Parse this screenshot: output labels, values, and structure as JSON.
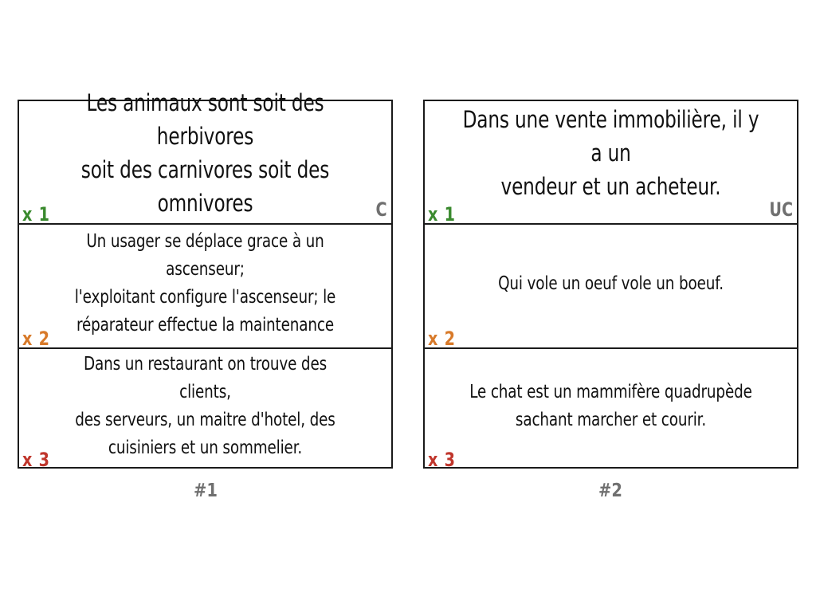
{
  "colors": {
    "x1": "#3a8a2e",
    "x2": "#d87a2a",
    "x3": "#c0362c",
    "tag": "#707070",
    "border": "#1a1a1a"
  },
  "cards": [
    {
      "number": "#1",
      "tag": "C",
      "statements": [
        {
          "text": "Les animaux sont soit des herbivores\nsoit des carnivores soit des omnivores",
          "multiplier": "x 1"
        },
        {
          "text": "Un usager se déplace grace à un ascenseur;\nl'exploitant configure l'ascenseur; le\nréparateur effectue la maintenance",
          "multiplier": "x 2"
        },
        {
          "text": "Dans un restaurant on trouve des clients,\ndes serveurs, un maitre d'hotel, des\ncuisiniers et un sommelier.",
          "multiplier": "x 3"
        }
      ]
    },
    {
      "number": "#2",
      "tag": "UC",
      "statements": [
        {
          "text": "Dans une vente immobilière, il y a un\nvendeur et un acheteur.",
          "multiplier": "x 1"
        },
        {
          "text": "Qui vole un oeuf vole un boeuf.",
          "multiplier": "x 2"
        },
        {
          "text": "Le chat est un mammifère quadrupède\nsachant marcher et courir.",
          "multiplier": "x 3"
        }
      ]
    }
  ]
}
